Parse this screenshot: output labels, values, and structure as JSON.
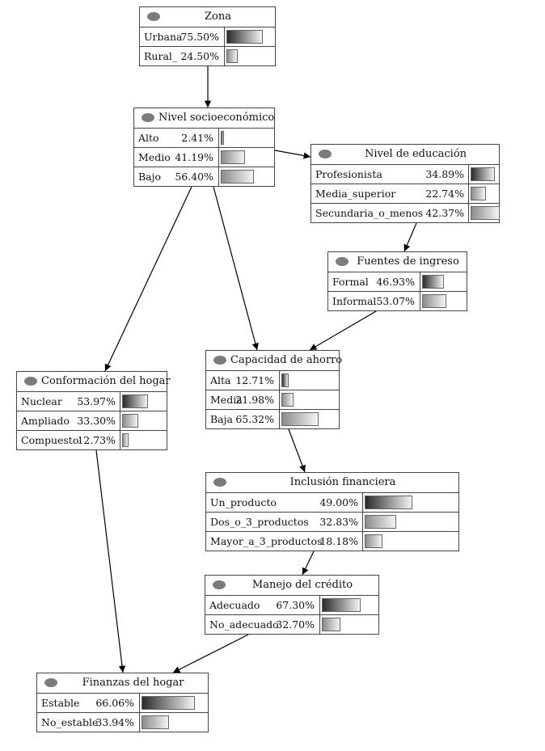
{
  "nodes": {
    "zona": {
      "title": "Zona",
      "states": [
        {
          "label": "Urbana",
          "pct": "75.50%",
          "value": 75.5,
          "shade": "dark"
        },
        {
          "label": "Rural_",
          "pct": "24.50%",
          "value": 24.5,
          "shade": "light"
        }
      ]
    },
    "nivel": {
      "title": "Nivel socioeconómico",
      "states": [
        {
          "label": "Alto",
          "pct": "2.41%",
          "value": 2.41,
          "shade": "dark"
        },
        {
          "label": "Medio",
          "pct": "41.19%",
          "value": 41.19,
          "shade": "light"
        },
        {
          "label": "Bajo",
          "pct": "56.40%",
          "value": 56.4,
          "shade": "light"
        }
      ]
    },
    "educacion": {
      "title": "Nivel de educación",
      "states": [
        {
          "label": "Profesionista",
          "pct": "34.89%",
          "value": 34.89,
          "shade": "dark"
        },
        {
          "label": "Media_superior",
          "pct": "22.74%",
          "value": 22.74,
          "shade": "light"
        },
        {
          "label": "Secundaria_o_menos",
          "pct": "42.37%",
          "value": 42.37,
          "shade": "light"
        }
      ]
    },
    "fuentes": {
      "title": "Fuentes de ingreso",
      "states": [
        {
          "label": "Formal",
          "pct": "46.93%",
          "value": 46.93,
          "shade": "dark"
        },
        {
          "label": "Informal",
          "pct": "53.07%",
          "value": 53.07,
          "shade": "light"
        }
      ]
    },
    "ahorro": {
      "title": "Capacidad de ahorro",
      "states": [
        {
          "label": "Alta",
          "pct": "12.71%",
          "value": 12.71,
          "shade": "dark"
        },
        {
          "label": "Media",
          "pct": "21.98%",
          "value": 21.98,
          "shade": "light"
        },
        {
          "label": "Baja",
          "pct": "65.32%",
          "value": 65.32,
          "shade": "light"
        }
      ]
    },
    "hogar": {
      "title": "Conformación del hogar",
      "states": [
        {
          "label": "Nuclear",
          "pct": "53.97%",
          "value": 53.97,
          "shade": "dark"
        },
        {
          "label": "Ampliado",
          "pct": "33.30%",
          "value": 33.3,
          "shade": "light"
        },
        {
          "label": "Compuesto",
          "pct": "12.73%",
          "value": 12.73,
          "shade": "light"
        }
      ]
    },
    "inclusion": {
      "title": "Inclusión financiera",
      "states": [
        {
          "label": "Un_producto",
          "pct": "49.00%",
          "value": 49.0,
          "shade": "dark"
        },
        {
          "label": "Dos_o_3_productos",
          "pct": "32.83%",
          "value": 32.83,
          "shade": "light"
        },
        {
          "label": "Mayor_a_3_productos",
          "pct": "18.18%",
          "value": 18.18,
          "shade": "light"
        }
      ]
    },
    "credito": {
      "title": "Manejo del crédito",
      "states": [
        {
          "label": "Adecuado",
          "pct": "67.30%",
          "value": 67.3,
          "shade": "dark"
        },
        {
          "label": "No_adecuado",
          "pct": "32.70%",
          "value": 32.7,
          "shade": "light"
        }
      ]
    },
    "finanzas": {
      "title": "Finanzas del hogar",
      "states": [
        {
          "label": "Estable",
          "pct": "66.06%",
          "value": 66.06,
          "shade": "dark"
        },
        {
          "label": "No_estable",
          "pct": "33.94%",
          "value": 33.94,
          "shade": "light"
        }
      ]
    }
  },
  "edges": [
    {
      "from": "zona",
      "to": "nivel"
    },
    {
      "from": "nivel",
      "to": "educacion"
    },
    {
      "from": "nivel",
      "to": "hogar"
    },
    {
      "from": "nivel",
      "to": "ahorro"
    },
    {
      "from": "educacion",
      "to": "fuentes"
    },
    {
      "from": "fuentes",
      "to": "ahorro"
    },
    {
      "from": "ahorro",
      "to": "inclusion"
    },
    {
      "from": "inclusion",
      "to": "credito"
    },
    {
      "from": "hogar",
      "to": "finanzas"
    },
    {
      "from": "credito",
      "to": "finanzas"
    }
  ]
}
